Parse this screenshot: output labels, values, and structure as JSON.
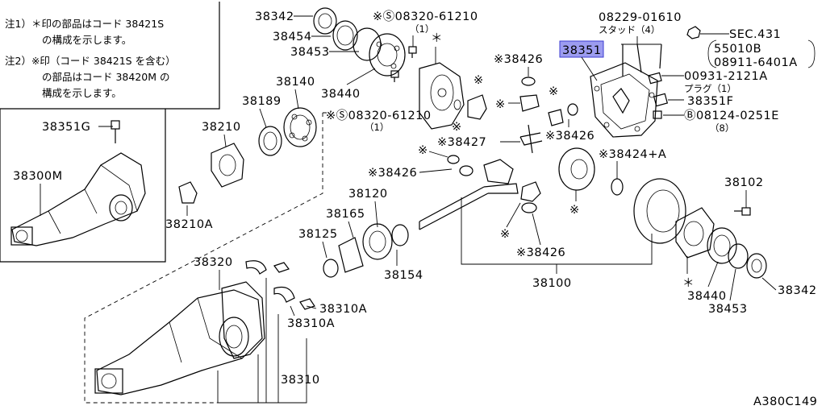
{
  "notes": {
    "note1_line1": "注1）＊印の部品はコード 38421S",
    "note1_line2": "の構成を示します。",
    "note2_line1": "注2）※印（コード 38421S を含む）",
    "note2_line2": "の部品はコード 38420M の",
    "note2_line3": "構成を示します。"
  },
  "labels": {
    "p38342_top": "38342",
    "p38454": "38454",
    "p38453_top": "38453",
    "p38440_top": "38440",
    "p08320_top": "※Ⓢ08320-61210",
    "p08320_top_qty": "（1）",
    "p38426_a": "※38426",
    "p38351": "38351",
    "p08229": "08229-01610",
    "stud_qty": "スタッド（4）",
    "sec431": "SEC.431",
    "sec_ref1": "55010B",
    "sec_ref2": "08911-6401A",
    "p00931": "00931-2121A",
    "plug_qty": "プラグ（1）",
    "p38351F": "38351F",
    "p08124": "Ⓑ08124-0251E",
    "p08124_qty": "（8）",
    "p38140": "38140",
    "p38189": "38189",
    "p08320_mid": "※Ⓢ08320-61210",
    "p08320_mid_qty": "（1）",
    "p38426_b": "※38426",
    "p38427": "※38427",
    "p38424": "※38424+A",
    "p38351G": "38351G",
    "p38210": "38210",
    "p38300M": "38300M",
    "p38210A": "38210A",
    "p38426_c": "※38426",
    "p38120": "38120",
    "p38102": "38102",
    "p38165": "38165",
    "p38125": "38125",
    "p38154": "38154",
    "p38426_d": "※38426",
    "p38100": "38100",
    "p38320": "38320",
    "p38310A_1": "38310A",
    "p38310A_2": "38310A",
    "p38440_bot": "38440",
    "p38342_bot": "38342",
    "p38453_bot": "38453",
    "p38310": "38310",
    "asterisk": "＊",
    "kome": "※",
    "fig_code": "A380C149"
  },
  "colors": {
    "highlight_fill": "#9c9cf0",
    "highlight_stroke": "#3b3bd0",
    "ink": "#000000",
    "background": "#ffffff"
  },
  "highlighted_part": "38351"
}
